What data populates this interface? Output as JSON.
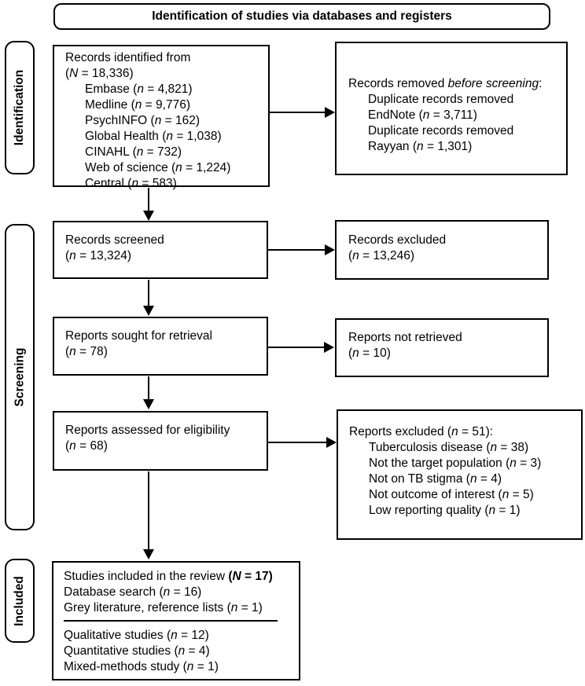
{
  "colors": {
    "ink": "#000000",
    "background": "#ffffff"
  },
  "header": {
    "title": "Identification of studies via databases and registers"
  },
  "side_labels": {
    "identification": "Identification",
    "screening": "Screening",
    "included": "Included"
  },
  "boxes": {
    "identified": {
      "lines": [
        {
          "seg": [
            {
              "t": "Records identified from"
            }
          ]
        },
        {
          "seg": [
            {
              "t": "("
            },
            {
              "t": "N",
              "s": "i"
            },
            {
              "t": " = 18,336)"
            }
          ]
        },
        {
          "ind": true,
          "seg": [
            {
              "t": "Embase ("
            },
            {
              "t": "n",
              "s": "i"
            },
            {
              "t": " = 4,821)"
            }
          ]
        },
        {
          "ind": true,
          "seg": [
            {
              "t": "Medline ("
            },
            {
              "t": "n",
              "s": "i"
            },
            {
              "t": " = 9,776)"
            }
          ]
        },
        {
          "ind": true,
          "seg": [
            {
              "t": "PsychINFO ("
            },
            {
              "t": "n",
              "s": "i"
            },
            {
              "t": " = 162)"
            }
          ]
        },
        {
          "ind": true,
          "seg": [
            {
              "t": "Global Health ("
            },
            {
              "t": "n",
              "s": "i"
            },
            {
              "t": " = 1,038)"
            }
          ]
        },
        {
          "ind": true,
          "seg": [
            {
              "t": "CINAHL ("
            },
            {
              "t": "n",
              "s": "i"
            },
            {
              "t": " = 732)"
            }
          ]
        },
        {
          "ind": true,
          "seg": [
            {
              "t": "Web of science ("
            },
            {
              "t": "n",
              "s": "i"
            },
            {
              "t": " = 1,224)"
            }
          ]
        },
        {
          "ind": true,
          "seg": [
            {
              "t": "Central ("
            },
            {
              "t": "n",
              "s": "i"
            },
            {
              "t": " = 583)"
            }
          ]
        }
      ]
    },
    "removed": {
      "lines": [
        {
          "seg": [
            {
              "t": "Records removed "
            },
            {
              "t": "before screening",
              "s": "i"
            },
            {
              "t": ":"
            }
          ]
        },
        {
          "ind": true,
          "seg": [
            {
              "t": "Duplicate records removed"
            }
          ]
        },
        {
          "ind": true,
          "seg": [
            {
              "t": "EndNote ("
            },
            {
              "t": "n",
              "s": "i"
            },
            {
              "t": " = 3,711)"
            }
          ]
        },
        {
          "ind": true,
          "seg": [
            {
              "t": "Duplicate records removed"
            }
          ]
        },
        {
          "ind": true,
          "seg": [
            {
              "t": "Rayyan ("
            },
            {
              "t": "n",
              "s": "i"
            },
            {
              "t": " = 1,301)"
            }
          ]
        }
      ]
    },
    "screened": {
      "lines": [
        {
          "seg": [
            {
              "t": "Records screened"
            }
          ]
        },
        {
          "seg": [
            {
              "t": "("
            },
            {
              "t": "n",
              "s": "i"
            },
            {
              "t": " = 13,324)"
            }
          ]
        }
      ]
    },
    "excluded_records": {
      "lines": [
        {
          "seg": [
            {
              "t": "Records excluded"
            }
          ]
        },
        {
          "seg": [
            {
              "t": "("
            },
            {
              "t": "n",
              "s": "i"
            },
            {
              "t": " = 13,246)"
            }
          ]
        }
      ]
    },
    "sought": {
      "lines": [
        {
          "seg": [
            {
              "t": "Reports sought for retrieval"
            }
          ]
        },
        {
          "seg": [
            {
              "t": "("
            },
            {
              "t": "n",
              "s": "i"
            },
            {
              "t": " = 78)"
            }
          ]
        }
      ]
    },
    "not_retrieved": {
      "lines": [
        {
          "seg": [
            {
              "t": "Reports not retrieved"
            }
          ]
        },
        {
          "seg": [
            {
              "t": "("
            },
            {
              "t": "n",
              "s": "i"
            },
            {
              "t": " = 10)"
            }
          ]
        }
      ]
    },
    "assessed": {
      "lines": [
        {
          "seg": [
            {
              "t": "Reports assessed for eligibility"
            }
          ]
        },
        {
          "seg": [
            {
              "t": "("
            },
            {
              "t": "n",
              "s": "i"
            },
            {
              "t": " = 68)"
            }
          ]
        }
      ]
    },
    "excluded_reports": {
      "lines": [
        {
          "seg": [
            {
              "t": "Reports excluded ("
            },
            {
              "t": "n",
              "s": "i"
            },
            {
              "t": " = 51):"
            }
          ]
        },
        {
          "ind": true,
          "seg": [
            {
              "t": "Tuberculosis disease ("
            },
            {
              "t": "n",
              "s": "i"
            },
            {
              "t": " = 38)"
            }
          ]
        },
        {
          "ind": true,
          "seg": [
            {
              "t": "Not the target population ("
            },
            {
              "t": "n",
              "s": "i"
            },
            {
              "t": " = 3)"
            }
          ]
        },
        {
          "ind": true,
          "seg": [
            {
              "t": "Not on TB stigma ("
            },
            {
              "t": "n",
              "s": "i"
            },
            {
              "t": " = 4)"
            }
          ]
        },
        {
          "ind": true,
          "seg": [
            {
              "t": "Not outcome of interest ("
            },
            {
              "t": "n",
              "s": "i"
            },
            {
              "t": " = 5)"
            }
          ]
        },
        {
          "ind": true,
          "seg": [
            {
              "t": "Low reporting quality ("
            },
            {
              "t": "n",
              "s": "i"
            },
            {
              "t": " = 1)"
            }
          ]
        }
      ]
    },
    "included": {
      "lines_top": [
        {
          "seg": [
            {
              "t": "Studies included in the review "
            },
            {
              "t": "(",
              "s": "b"
            },
            {
              "t": "N",
              "s": "bi"
            },
            {
              "t": " = 17)",
              "s": "b"
            }
          ]
        },
        {
          "seg": [
            {
              "t": "Database search ("
            },
            {
              "t": "n",
              "s": "i"
            },
            {
              "t": " = 16)"
            }
          ]
        },
        {
          "seg": [
            {
              "t": "Grey literature, reference lists ("
            },
            {
              "t": "n",
              "s": "i"
            },
            {
              "t": " = 1)"
            }
          ]
        }
      ],
      "lines_bottom": [
        {
          "seg": [
            {
              "t": "Qualitative studies ("
            },
            {
              "t": "n",
              "s": "i"
            },
            {
              "t": " = 12)"
            }
          ]
        },
        {
          "seg": [
            {
              "t": "Quantitative studies ("
            },
            {
              "t": "n",
              "s": "i"
            },
            {
              "t": " = 4)"
            }
          ]
        },
        {
          "seg": [
            {
              "t": "Mixed-methods study ("
            },
            {
              "t": "n",
              "s": "i"
            },
            {
              "t": " = 1)"
            }
          ]
        }
      ]
    }
  }
}
